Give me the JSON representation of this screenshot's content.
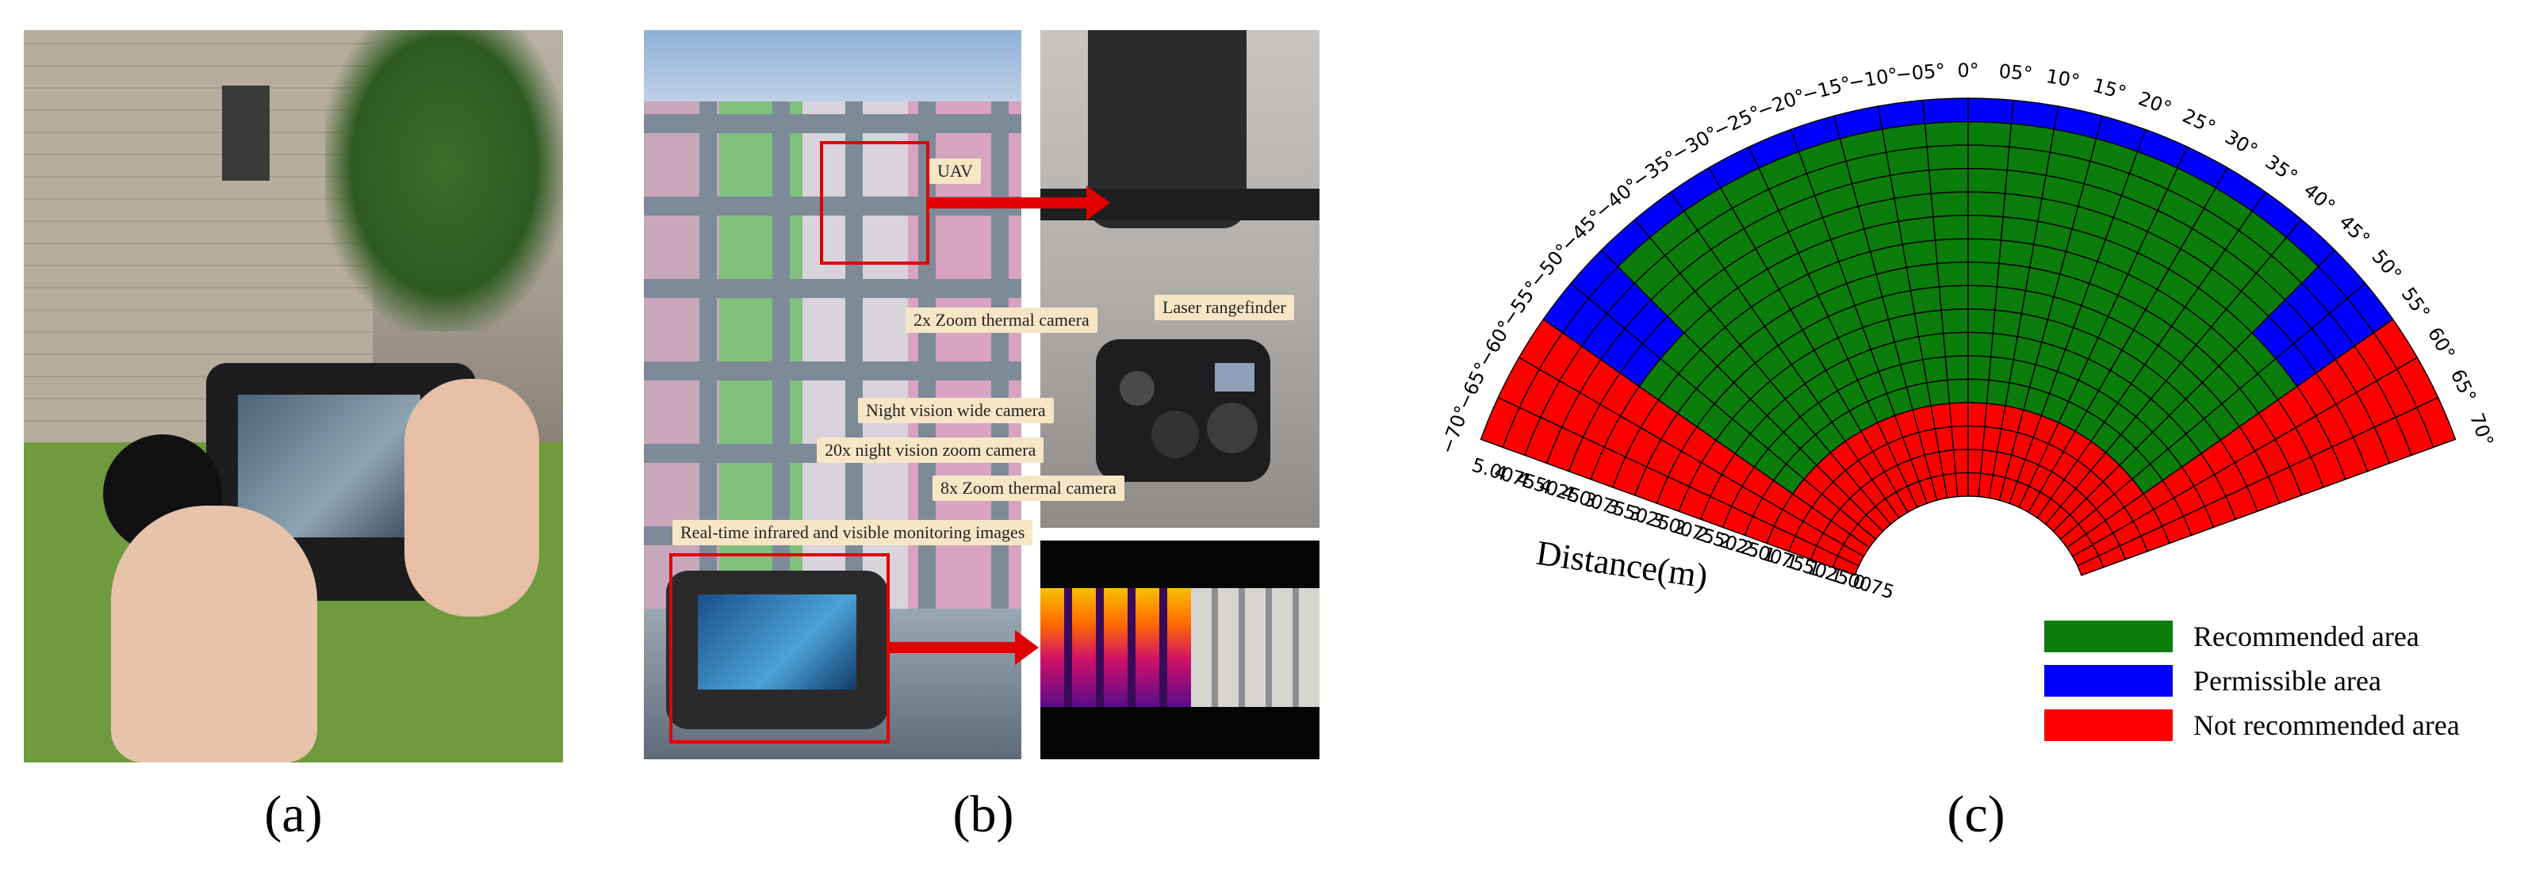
{
  "panels": {
    "a": {
      "caption": "(a)"
    },
    "b": {
      "caption": "(b)",
      "callouts": {
        "uav": "UAV",
        "thermal2x": "2x Zoom thermal camera",
        "laser": "Laser rangefinder",
        "night_wide": "Night vision wide camera",
        "night_zoom": "20x night vision zoom camera",
        "thermal8x": "8x Zoom thermal camera",
        "realtime": "Real-time infrared and visible monitoring images"
      }
    },
    "c": {
      "caption": "(c)"
    }
  },
  "chart_data": {
    "type": "polar-heatmap",
    "angle_unit": "degrees",
    "angle_range": [
      -70,
      70
    ],
    "angle_ticks": [
      "−70°",
      "−65°",
      "−60°",
      "−55°",
      "−50°",
      "−45°",
      "−40°",
      "−35°",
      "−30°",
      "−25°",
      "−20°",
      "−15°",
      "−10°",
      "−05°",
      "0°",
      "05°",
      "10°",
      "15°",
      "20°",
      "25°",
      "30°",
      "35°",
      "40°",
      "45°",
      "50°",
      "55°",
      "60°",
      "65°",
      "70°"
    ],
    "radial_label": "Distance(m)",
    "radial_range": [
      0.75,
      5.0
    ],
    "radial_ticks": [
      "5.00",
      "4.75",
      "4.50",
      "4.25",
      "4.00",
      "3.75",
      "3.50",
      "3.25",
      "3.00",
      "2.75",
      "2.50",
      "2.25",
      "2.00",
      "1.75",
      "1.50",
      "1.25",
      "1.00",
      "0.75"
    ],
    "legend": [
      {
        "key": "recommended",
        "label": "Recommended area",
        "color": "#0a7d0a"
      },
      {
        "key": "permissible",
        "label": "Permissible area",
        "color": "#0000ff"
      },
      {
        "key": "not_recommended",
        "label": "Not recommended area",
        "color": "#ff0000"
      }
    ],
    "legend_placement": "bottom-right",
    "zones": {
      "not_recommended_distance_max": 1.75,
      "not_recommended_angle_abs_min": 55,
      "permissible_distance_min": 4.75,
      "permissible_angle_abs_band": [
        45,
        55
      ],
      "permissible_band_distance_min": 3.75
    }
  }
}
